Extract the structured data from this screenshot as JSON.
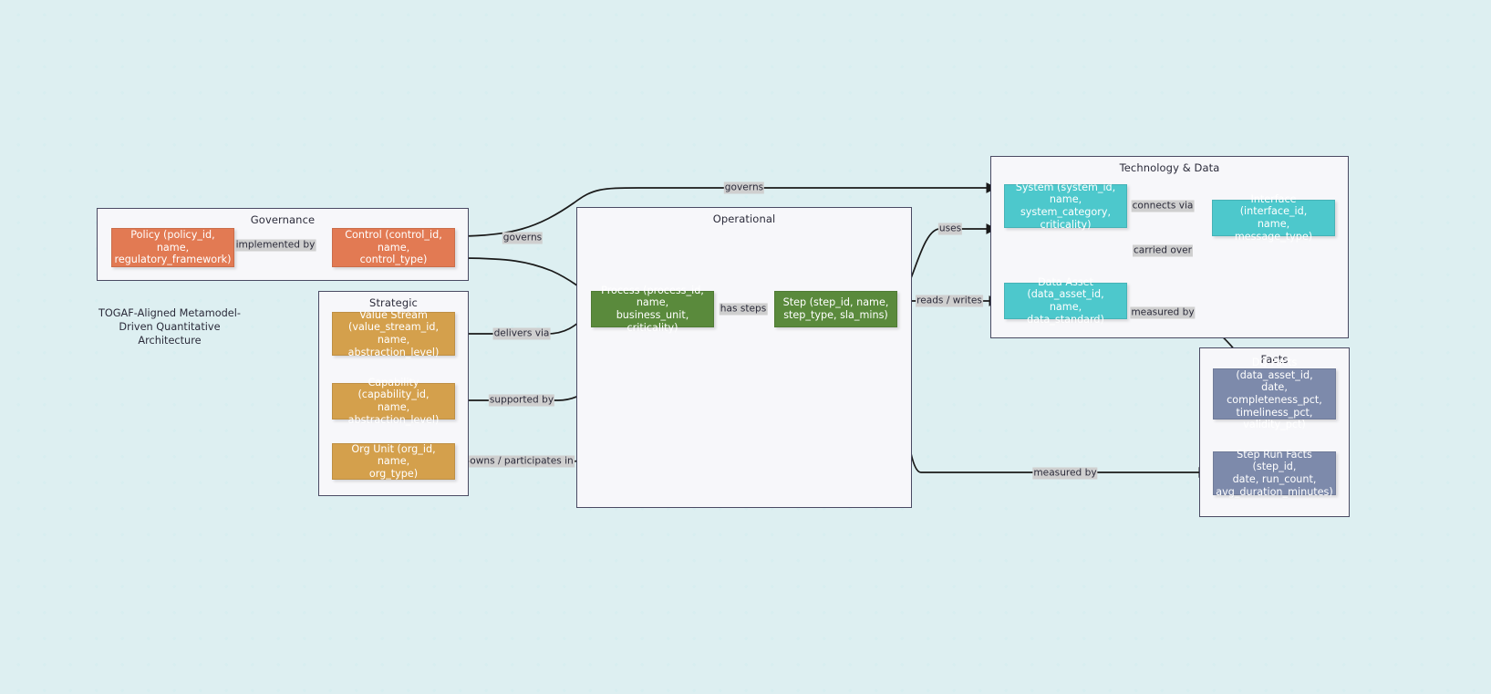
{
  "diagram": {
    "title": "TOGAF-Aligned Metamodel-Driven Quantitative Architecture",
    "title_lines": [
      "TOGAF-Aligned Metamodel-",
      "Driven Quantitative",
      "Architecture"
    ],
    "colors": {
      "governance": "#e27a53",
      "strategic": "#d4a04c",
      "operational": "#5a8a3c",
      "technology": "#4dc8cc",
      "facts": "#7d8aab",
      "cluster_fill": "#f7f7fa",
      "cluster_border": "#4a4a63",
      "edge": "#1a1a1a",
      "edge_label_bg": "#cfcfcf",
      "background": "#ffffff",
      "grid_dot": "#d7eef0"
    }
  },
  "clusters": [
    {
      "id": "governance",
      "label": "Governance"
    },
    {
      "id": "strategic",
      "label": "Strategic"
    },
    {
      "id": "operational",
      "label": "Operational"
    },
    {
      "id": "technology",
      "label": "Technology & Data"
    },
    {
      "id": "facts",
      "label": "Facts"
    }
  ],
  "nodes": [
    {
      "id": "policy",
      "cluster": "governance",
      "lines": [
        "Policy (policy_id, name,",
        "regulatory_framework)"
      ]
    },
    {
      "id": "control",
      "cluster": "governance",
      "lines": [
        "Control (control_id, name,",
        "control_type)"
      ]
    },
    {
      "id": "value_stream",
      "cluster": "strategic",
      "lines": [
        "Value Stream",
        "(value_stream_id, name,",
        "abstraction_level)"
      ]
    },
    {
      "id": "capability",
      "cluster": "strategic",
      "lines": [
        "Capability (capability_id,",
        "name, abstraction_level)"
      ]
    },
    {
      "id": "org_unit",
      "cluster": "strategic",
      "lines": [
        "Org Unit (org_id, name,",
        "org_type)"
      ]
    },
    {
      "id": "process",
      "cluster": "operational",
      "lines": [
        "Process (process_id, name,",
        "business_unit, criticality)"
      ]
    },
    {
      "id": "step",
      "cluster": "operational",
      "lines": [
        "Step (step_id, name,",
        "step_type, sla_mins)"
      ]
    },
    {
      "id": "system",
      "cluster": "technology",
      "lines": [
        "System (system_id, name,",
        "system_category,",
        "criticality)"
      ]
    },
    {
      "id": "interface",
      "cluster": "technology",
      "lines": [
        "Interface (interface_id,",
        "name, message_type)"
      ]
    },
    {
      "id": "data_asset",
      "cluster": "technology",
      "lines": [
        "Data Asset (data_asset_id,",
        "name, data_standard)"
      ]
    },
    {
      "id": "dq_facts",
      "cluster": "facts",
      "lines": [
        "DQ Facts (data_asset_id,",
        "date, completeness_pct,",
        "timeliness_pct,",
        "validity_pct)"
      ]
    },
    {
      "id": "step_facts",
      "cluster": "facts",
      "lines": [
        "Step Run Facts (step_id,",
        "date, run_count,",
        "avg_duration_minutes)"
      ]
    }
  ],
  "edges": [
    {
      "id": "e1",
      "from": "policy",
      "to": "control",
      "label": "implemented by"
    },
    {
      "id": "e2",
      "from": "control",
      "to": "system",
      "label": "governs"
    },
    {
      "id": "e3",
      "from": "control",
      "to": "process",
      "label": "governs"
    },
    {
      "id": "e4",
      "from": "value_stream",
      "to": "process",
      "label": "delivers via"
    },
    {
      "id": "e5",
      "from": "capability",
      "to": "process",
      "label": "supported by"
    },
    {
      "id": "e6",
      "from": "org_unit",
      "to": "process",
      "label": "owns / participates in"
    },
    {
      "id": "e7",
      "from": "process",
      "to": "step",
      "label": "has steps"
    },
    {
      "id": "e8",
      "from": "step",
      "to": "system",
      "label": "uses"
    },
    {
      "id": "e9",
      "from": "step",
      "to": "data_asset",
      "label": "reads / writes"
    },
    {
      "id": "e10",
      "from": "system",
      "to": "interface",
      "label": "connects via"
    },
    {
      "id": "e11",
      "from": "data_asset",
      "to": "interface",
      "label": "carried over"
    },
    {
      "id": "e12",
      "from": "data_asset",
      "to": "dq_facts",
      "label": "measured by"
    },
    {
      "id": "e13",
      "from": "step",
      "to": "step_facts",
      "label": "measured by"
    }
  ]
}
